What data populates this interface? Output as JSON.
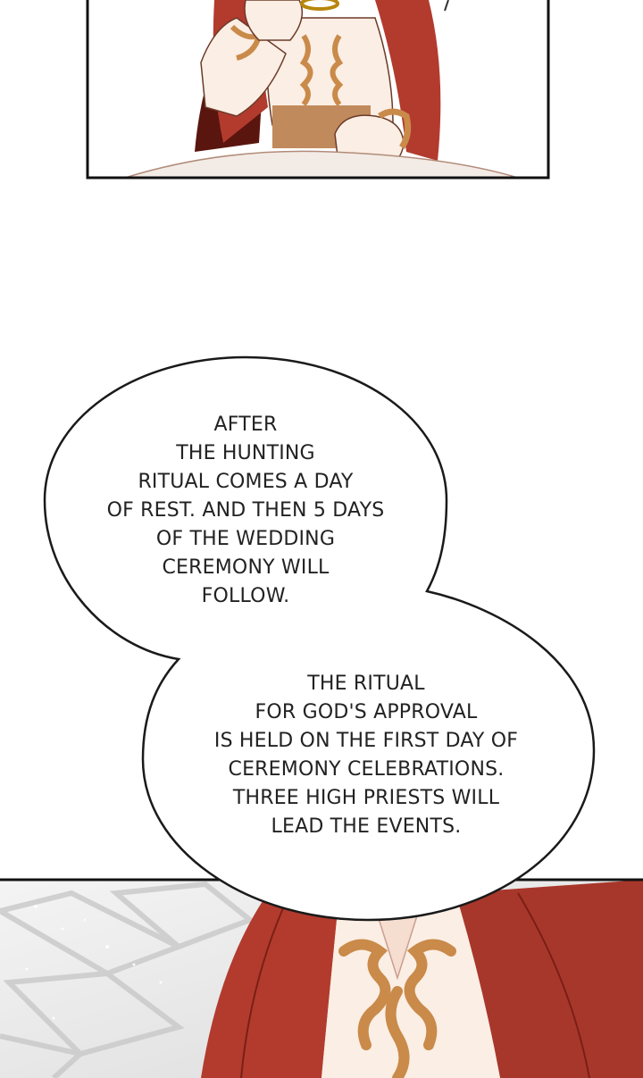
{
  "speech_bubbles": [
    {
      "lines": [
        "AFTER",
        "THE HUNTING",
        "RITUAL COMES A DAY",
        "OF REST. AND THEN 5 DAYS",
        "OF THE WEDDING",
        "CEREMONY WILL",
        "FOLLOW."
      ]
    },
    {
      "lines": [
        "THE RITUAL",
        "FOR GOD'S APPROVAL",
        "IS HELD ON THE FIRST DAY OF",
        "CEREMONY CELEBRATIONS.",
        "THREE HIGH PRIESTS WILL",
        "LEAD THE EVENTS."
      ]
    }
  ],
  "colors": {
    "robe_red": "#b23b2e",
    "robe_dark": "#7a1f16",
    "gold_embroidery": "#c98a4a",
    "skin": "#fbeee4",
    "bubble_outline": "#1a1a1a"
  }
}
